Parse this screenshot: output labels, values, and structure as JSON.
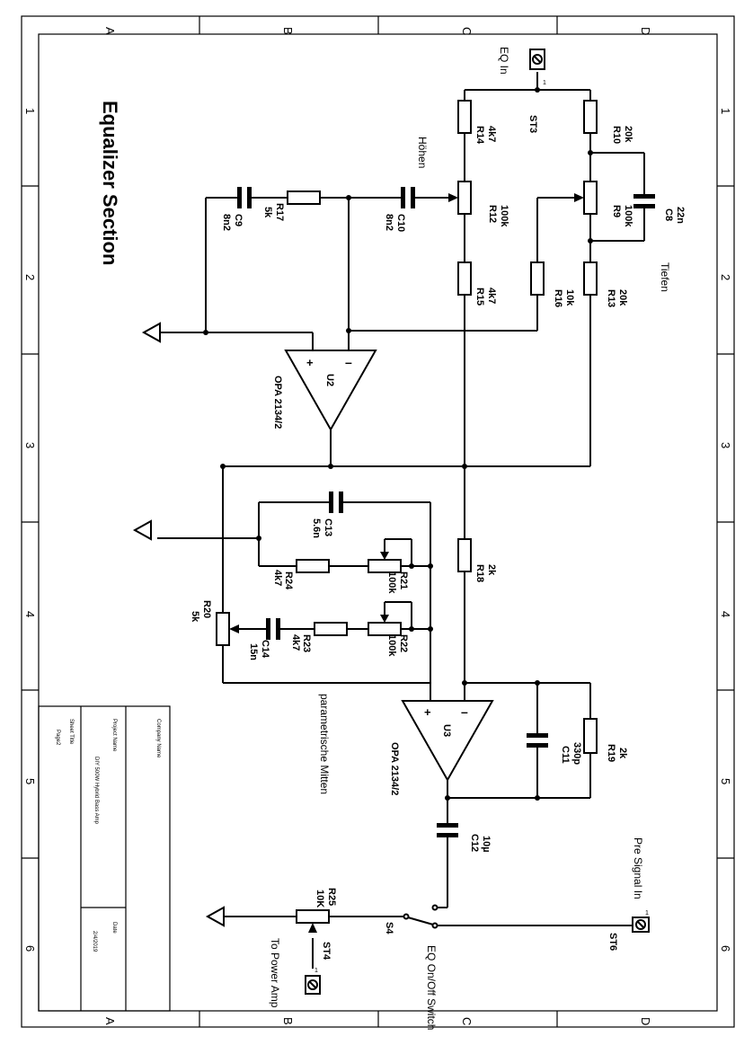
{
  "title": "Equalizer Section",
  "grid": {
    "columns": [
      "A",
      "B",
      "C",
      "D"
    ],
    "rows": [
      "1",
      "2",
      "3",
      "4",
      "5",
      "6"
    ]
  },
  "connectors": {
    "eq_in": {
      "name": "EQ In",
      "ref": "ST3",
      "pin": "1"
    },
    "pre_in": {
      "name": "Pre Signal In",
      "ref": "ST6",
      "pin": "1"
    },
    "to_amp": {
      "name": "To Power Amp",
      "ref": "ST4",
      "pin": "1"
    }
  },
  "switch": {
    "ref": "S4",
    "name": "EQ On/Off Switch"
  },
  "notes": {
    "treble": "Höhen",
    "bass": "Tiefen",
    "mid": "parametrische Mitten"
  },
  "resistors": {
    "R14": "4k7",
    "R10": "20k",
    "R12": "100k",
    "R9": "100k",
    "R15": "4k7",
    "R16": "10k",
    "R13": "20k",
    "R17": "5k",
    "R18": "2k",
    "R21": "100k",
    "R24": "4k7",
    "R22": "100k",
    "R23": "4k7",
    "R20": "5k",
    "R19": "2k",
    "R25": "10K"
  },
  "capacitors": {
    "C8": "22n",
    "C9": "8n2",
    "C10": "8n2",
    "C13": "5.6n",
    "C14": "15n",
    "C11": "330p",
    "C12": "10µ"
  },
  "opamps": {
    "U2": "OPA 2134/2",
    "U3": "OPA 2134/2"
  },
  "title_block": {
    "company_label": "Company Name",
    "project_label": "Project Name",
    "project_value": "DIY 500W Hybrid Bass Amp",
    "sheet_label": "Sheet Title",
    "sheet_value": "Page2",
    "date_label": "Date",
    "date_value": "2/4/2019"
  }
}
